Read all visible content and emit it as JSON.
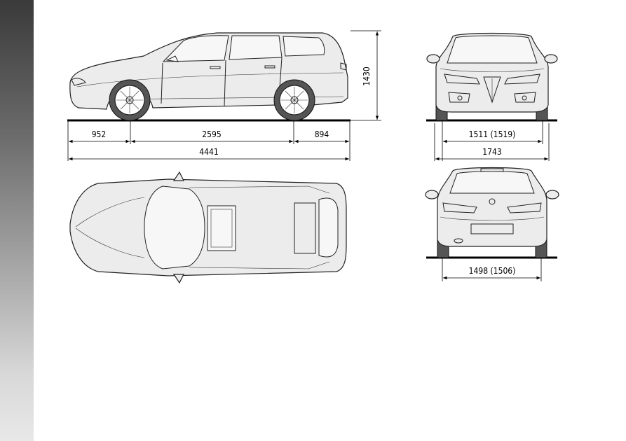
{
  "dimensions": {
    "front_overhang": "952",
    "wheelbase": "2595",
    "rear_overhang": "894",
    "length": "4441",
    "height": "1430",
    "front_track": "1511 (1519)",
    "width": "1743",
    "rear_track": "1498 (1506)"
  },
  "colors": {
    "sidebar_dark": "#3a3a3a",
    "sidebar_light": "#e8e8e8",
    "line": "#222222",
    "body": "#ececec"
  }
}
